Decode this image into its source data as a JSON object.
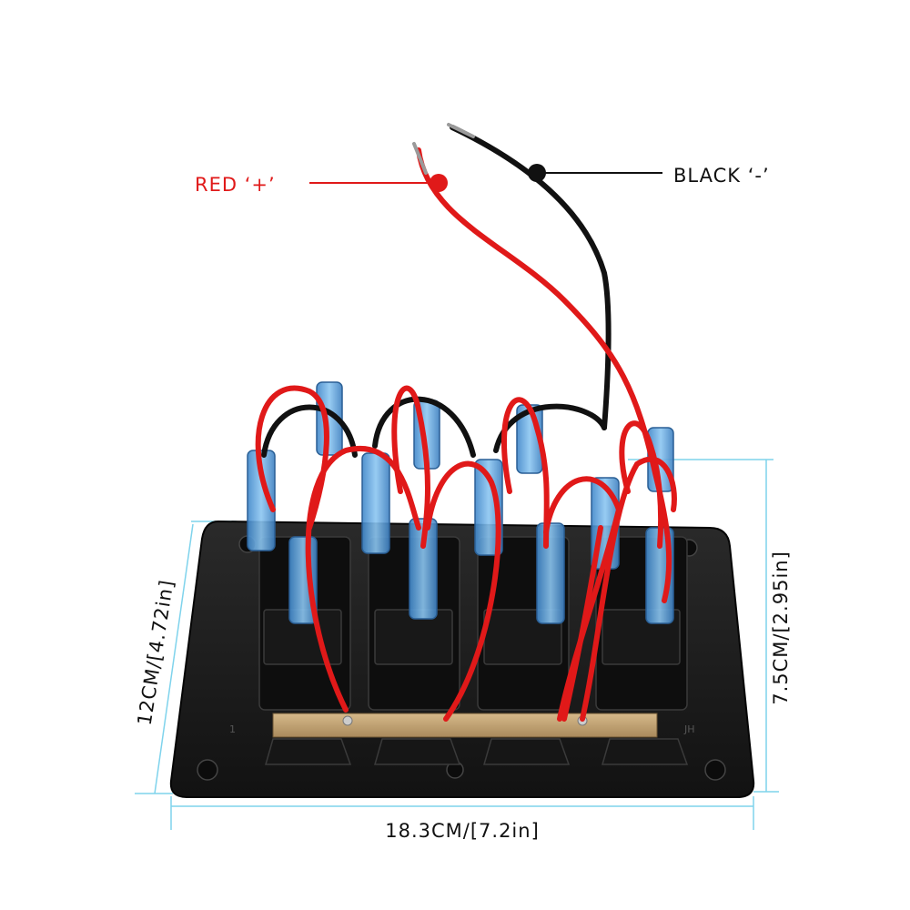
{
  "labels": {
    "red_wire": "RED ‘+’",
    "black_wire": "BLACK ‘-’",
    "width_dim": "18.3CM/[7.2in]",
    "height_dim": "12CM/[4.72in]",
    "depth_dim": "7.5CM/[2.95in]"
  },
  "panel_marks": {
    "left": "1",
    "right": "JH"
  },
  "colors": {
    "red_wire": "#e01919",
    "black_wire": "#111111",
    "dimension_line": "#7fd3ec",
    "panel": "#1c1c1c",
    "connector": "#5fa7e0"
  }
}
